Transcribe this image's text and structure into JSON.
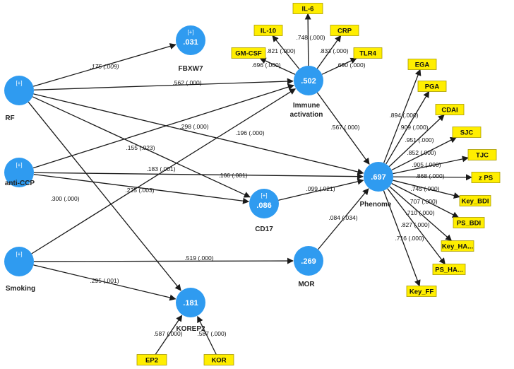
{
  "latent_variables": [
    {
      "id": "RF",
      "label": "RF",
      "value": "",
      "plus": "[+]"
    },
    {
      "id": "antiCCP",
      "label": "anti-CCP",
      "value": "",
      "plus": "[+]"
    },
    {
      "id": "Smoking",
      "label": "Smoking",
      "value": "",
      "plus": "[+]"
    },
    {
      "id": "FBXW7",
      "label": "FBXW7",
      "value": ".031",
      "plus": "[+]"
    },
    {
      "id": "Immune",
      "label": "Immune activation",
      "value": ".502",
      "plus": ""
    },
    {
      "id": "Phenome",
      "label": "Phenome",
      "value": ".697",
      "plus": ""
    },
    {
      "id": "CD17",
      "label": "CD17",
      "value": ".086",
      "plus": "[+]"
    },
    {
      "id": "MOR",
      "label": "MOR",
      "value": ".269",
      "plus": ""
    },
    {
      "id": "KOREP2",
      "label": "KOREP2",
      "value": ".181",
      "plus": ""
    }
  ],
  "indicators": [
    {
      "id": "IL6",
      "label": "IL-6",
      "edge_label": ".748 (.000)"
    },
    {
      "id": "IL10",
      "label": "IL-10",
      "edge_label": ".821 (.000)"
    },
    {
      "id": "CRP",
      "label": "CRP",
      "edge_label": ".833 (.000)"
    },
    {
      "id": "GMCSF",
      "label": "GM-CSF",
      "edge_label": ".696 (.000)"
    },
    {
      "id": "TLR4",
      "label": "TLR4",
      "edge_label": ".690 (.000)"
    },
    {
      "id": "EGA",
      "label": "EGA",
      "edge_label": ".894 (.000)"
    },
    {
      "id": "PGA",
      "label": "PGA",
      "edge_label": ".909 (.000)"
    },
    {
      "id": "CDAI",
      "label": "CDAI",
      "edge_label": ".951 (.000)"
    },
    {
      "id": "SJC",
      "label": "SJC",
      "edge_label": ".852 (.000)"
    },
    {
      "id": "TJC",
      "label": "TJC",
      "edge_label": ".905 (.000)"
    },
    {
      "id": "zPS",
      "label": "z PS",
      "edge_label": ".868 (.000)"
    },
    {
      "id": "KeyBDI",
      "label": "Key_BDI",
      "edge_label": ".745 (.000)"
    },
    {
      "id": "PSBDI",
      "label": "PS_BDI",
      "edge_label": ".707 (.000)"
    },
    {
      "id": "KeyHA",
      "label": "Key_HA...",
      "edge_label": ".710 (.000)"
    },
    {
      "id": "PSHA",
      "label": "PS_HA...",
      "edge_label": ".827 (.000)"
    },
    {
      "id": "KeyFF",
      "label": "Key_FF",
      "edge_label": ".716 (.000)"
    },
    {
      "id": "EP2",
      "label": "EP2",
      "edge_label": ".587 (.000)"
    },
    {
      "id": "KOR",
      "label": "KOR",
      "edge_label": ".587 (.000)"
    }
  ],
  "paths": [
    {
      "id": "RF-FBXW7",
      "label": ".175 (.009)"
    },
    {
      "id": "RF-Immune",
      "label": ".562 (.000)"
    },
    {
      "id": "RF-Phenome",
      "label": ".196 (.000)"
    },
    {
      "id": "RF-CD17",
      "label": ".155 (.023)"
    },
    {
      "id": "RF-KOREP2",
      "label": ".300 (.000)"
    },
    {
      "id": "antiCCP-Immune",
      "label": ".298 (.000)"
    },
    {
      "id": "antiCCP-Phenome",
      "label": ".183 (.001)"
    },
    {
      "id": "antiCCP-CD17",
      "label": ".225 (.003)"
    },
    {
      "id": "Smoking-Immune",
      "label": ".166 (.001)"
    },
    {
      "id": "Smoking-MOR",
      "label": ".519 (.000)"
    },
    {
      "id": "Smoking-KOREP2",
      "label": ".295 (.001)"
    },
    {
      "id": "Immune-Phenome",
      "label": ".567 (.000)"
    },
    {
      "id": "CD17-Phenome",
      "label": ".099 (.021)"
    },
    {
      "id": "MOR-Phenome",
      "label": ".084 (.034)"
    }
  ],
  "colors": {
    "node": "#2f9bf0",
    "indicator": "#ffee00",
    "edge": "#1a1a1a"
  }
}
